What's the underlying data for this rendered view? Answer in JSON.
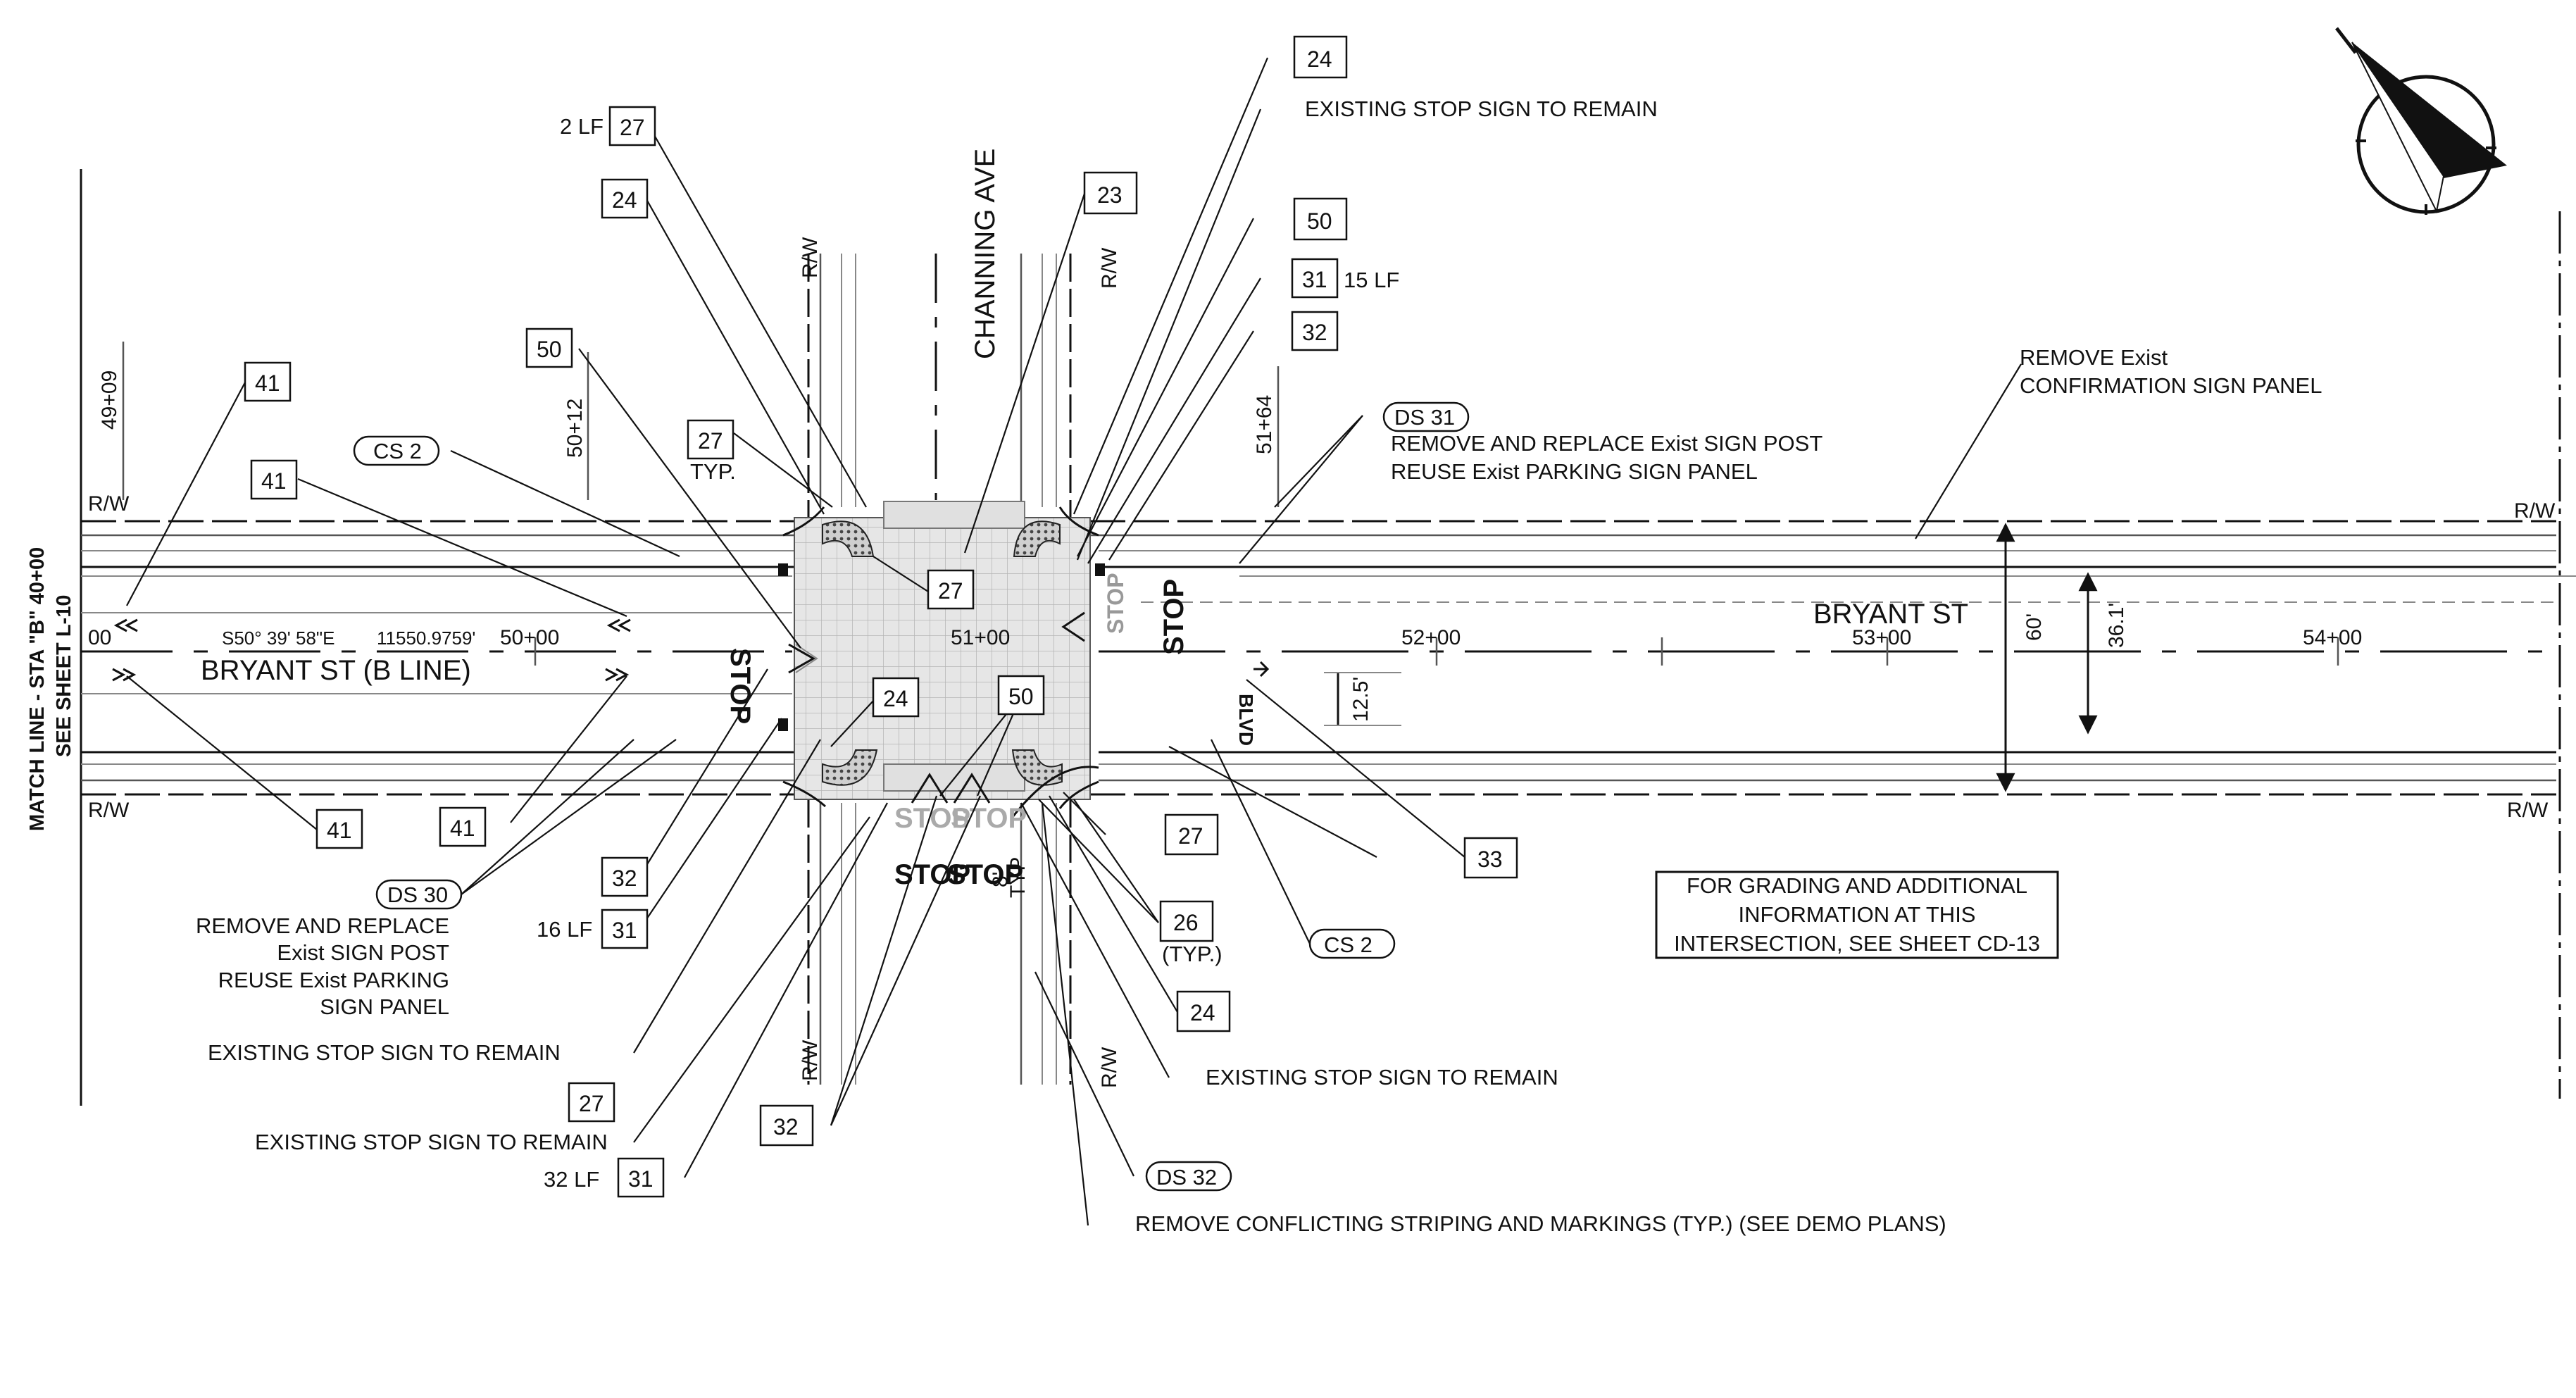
{
  "streets": {
    "channing": "CHANNING AVE",
    "bryant_b_line": "BRYANT ST (B LINE)",
    "bryant": "BRYANT ST"
  },
  "match_line": [
    "MATCH LINE - STA \"B\" 40+00",
    "SEE SHEET L-10"
  ],
  "right_of_way": "R/W",
  "stations": {
    "s4909": "49+09",
    "s5012": "50+12",
    "s5164": "51+64",
    "s00": "00",
    "s5000": "50+00",
    "s5100": "51+00",
    "s5200": "52+00",
    "s5300": "53+00",
    "s5400": "54+00"
  },
  "bearing": "S50° 39' 58\"E",
  "distance": "11550.9759'",
  "dimensions": {
    "d60": "60'",
    "d361": "36.1'",
    "d125": "12.5'",
    "d8": "8'",
    "typ": "TYP"
  },
  "pavement_words": {
    "stop": "STOP",
    "blvd": "BLVD"
  },
  "callouts": {
    "c27a": "27",
    "c24a": "24",
    "c50a": "50",
    "c27b": "27",
    "c41a": "41",
    "c41b": "41",
    "c27c": "27",
    "c23": "23",
    "c24b": "24",
    "c24c": "24",
    "c50b": "50",
    "c50c": "50",
    "c31a": "31",
    "c32a": "32",
    "c41c": "41",
    "c41d": "41",
    "c32b": "32",
    "c31b": "31",
    "c27d": "27",
    "c31c": "31",
    "c32c": "32",
    "c27e": "27",
    "c26": "26",
    "c24d": "24",
    "c33": "33"
  },
  "tags": {
    "cs2a": "CS 2",
    "ds31": "DS 31",
    "ds30": "DS 30",
    "cs2b": "CS 2",
    "ds32": "DS 32"
  },
  "lengths": {
    "lf2": "2 LF",
    "lf15": "15 LF",
    "lf16": "16 LF",
    "lf32": "32 LF",
    "typ": "TYP.",
    "typ_paren": "(TYP.)"
  },
  "notes": {
    "existing_stop": "EXISTING STOP SIGN TO REMAIN",
    "ds31": [
      "REMOVE AND REPLACE Exist SIGN POST",
      "REUSE Exist PARKING SIGN PANEL"
    ],
    "remove_confirmation": [
      "REMOVE Exist",
      "CONFIRMATION SIGN PANEL"
    ],
    "ds30": [
      "REMOVE AND REPLACE",
      "Exist SIGN POST",
      "REUSE Exist PARKING",
      "SIGN PANEL"
    ],
    "remove_striping": "REMOVE CONFLICTING STRIPING AND MARKINGS (TYP.) (SEE DEMO PLANS)",
    "grading": [
      "FOR GRADING AND ADDITIONAL",
      "INFORMATION AT THIS",
      "INTERSECTION, SEE SHEET CD-13"
    ]
  }
}
